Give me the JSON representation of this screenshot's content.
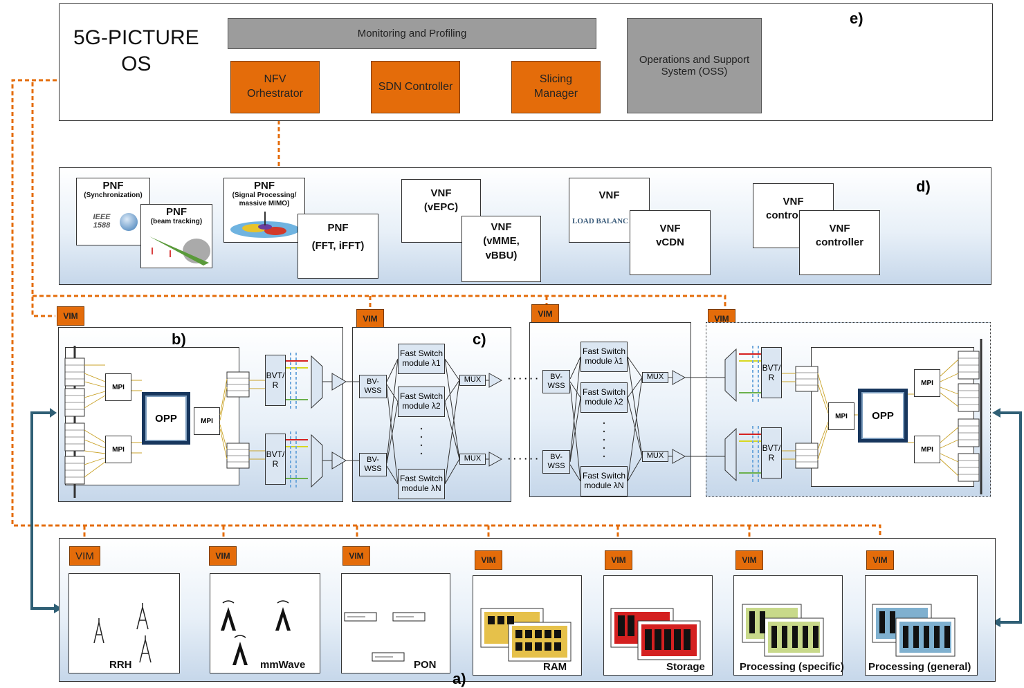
{
  "os": {
    "title_line1": "5G-PICTURE",
    "title_line2": "OS",
    "label": "e)",
    "monitoring": "Monitoring and Profiling",
    "oss": "Operations and Support System (OSS)",
    "nfv": "NFV Orhestrator",
    "sdn": "SDN Controller",
    "slicing": "Slicing Manager"
  },
  "functions": {
    "label": "d)",
    "pnf_sync": {
      "title": "PNF",
      "sub": "(Synchronization)",
      "logo": "IEEE 1588"
    },
    "pnf_beam": {
      "title": "PNF",
      "sub": "(beam tracking)"
    },
    "pnf_signal": {
      "title": "PNF",
      "sub": "(Signal Processing/ massive MIMO)"
    },
    "pnf_fft": {
      "title": "PNF",
      "sub": "(FFT, iFFT)"
    },
    "vnf_epc": {
      "title": "VNF",
      "sub": "(vEPC)"
    },
    "vnf_mme": {
      "title": "VNF",
      "sub": "(vMME, vBBU)"
    },
    "vnf_lb": {
      "title": "VNF",
      "logo": "LOAD BALANC"
    },
    "vnf_cdn": {
      "title": "VNF",
      "sub": "vCDN"
    },
    "vnf_ctrl_back": {
      "title": "VNF",
      "sub": "contro"
    },
    "vnf_ctrl": {
      "title": "VNF",
      "sub": "controller"
    }
  },
  "transport": {
    "label_b": "b)",
    "label_c": "c)",
    "vim": "VIM",
    "opp": "OPP",
    "mpi": "MPI",
    "bvt": "BVT/ R",
    "bvwss": "BV- WSS",
    "mux": "MUX",
    "fast1": "Fast Switch module λ1",
    "fast2": "Fast Switch module λ2",
    "fastN": "Fast Switch module λN",
    "dots": "· · · · · ·"
  },
  "resources": {
    "label": "a)",
    "vim": "VIM",
    "items": [
      {
        "caption": "RRH"
      },
      {
        "caption": "mmWave"
      },
      {
        "caption": "PON"
      },
      {
        "caption": "RAM"
      },
      {
        "caption": "Storage"
      },
      {
        "caption": "Processing (specific)"
      },
      {
        "caption": "Processing (general)"
      }
    ]
  },
  "colors": {
    "orange": "#e46c0a",
    "gray": "#9c9c9c",
    "arrow": "#2f5f75",
    "navy": "#17365d"
  }
}
